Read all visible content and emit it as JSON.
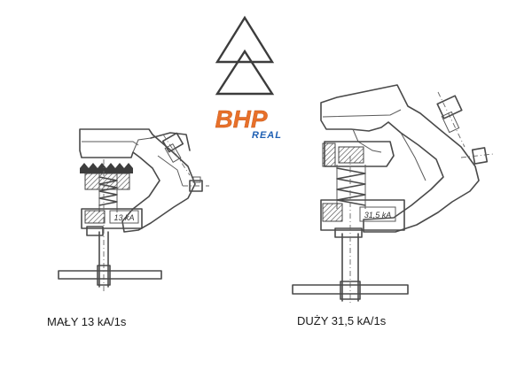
{
  "logo": {
    "brand": "BHP",
    "sub": "REAL",
    "brand_color": "#e8702a",
    "sub_color": "#1e5fb3",
    "arrow_color": "#3c3c3c"
  },
  "diagrams": {
    "small": {
      "tag": "13 kA",
      "caption": "MAŁY 13 kA/1s"
    },
    "large": {
      "tag": "31,5 kA",
      "caption": "DUŻY 31,5 kA/1s"
    }
  }
}
